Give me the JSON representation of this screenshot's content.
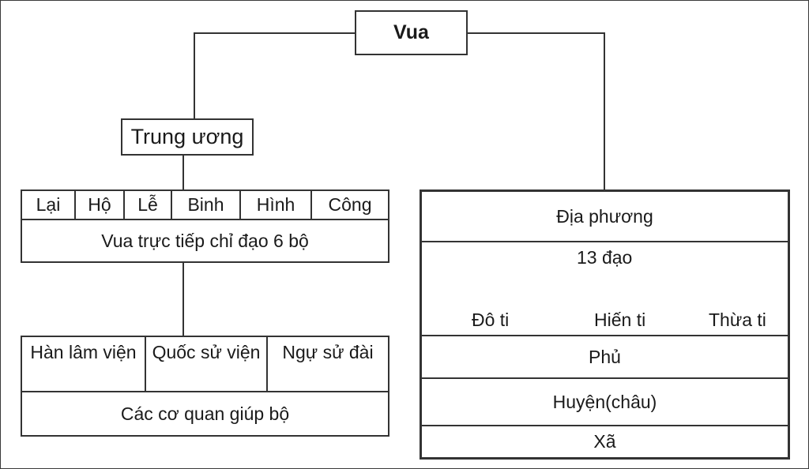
{
  "top": {
    "label": "Vua"
  },
  "central": {
    "label": "Trung ương",
    "ministries": [
      "Lại",
      "Hộ",
      "Lễ",
      "Binh",
      "Hình",
      "Công"
    ],
    "ministries_caption": "Vua trực tiếp chỉ đạo 6 bộ",
    "agencies": [
      "Hàn lâm viện",
      "Quốc sử viện",
      "Ngự sử đài"
    ],
    "agencies_caption": "Các cơ quan giúp bộ"
  },
  "local": {
    "label": "Địa phương",
    "dao": "13 đạo",
    "dao_branches": [
      "Đô ti",
      "Hiến ti",
      "Thừa ti"
    ],
    "phu": "Phủ",
    "huyen": "Huyện(châu)",
    "xa": "Xã"
  }
}
